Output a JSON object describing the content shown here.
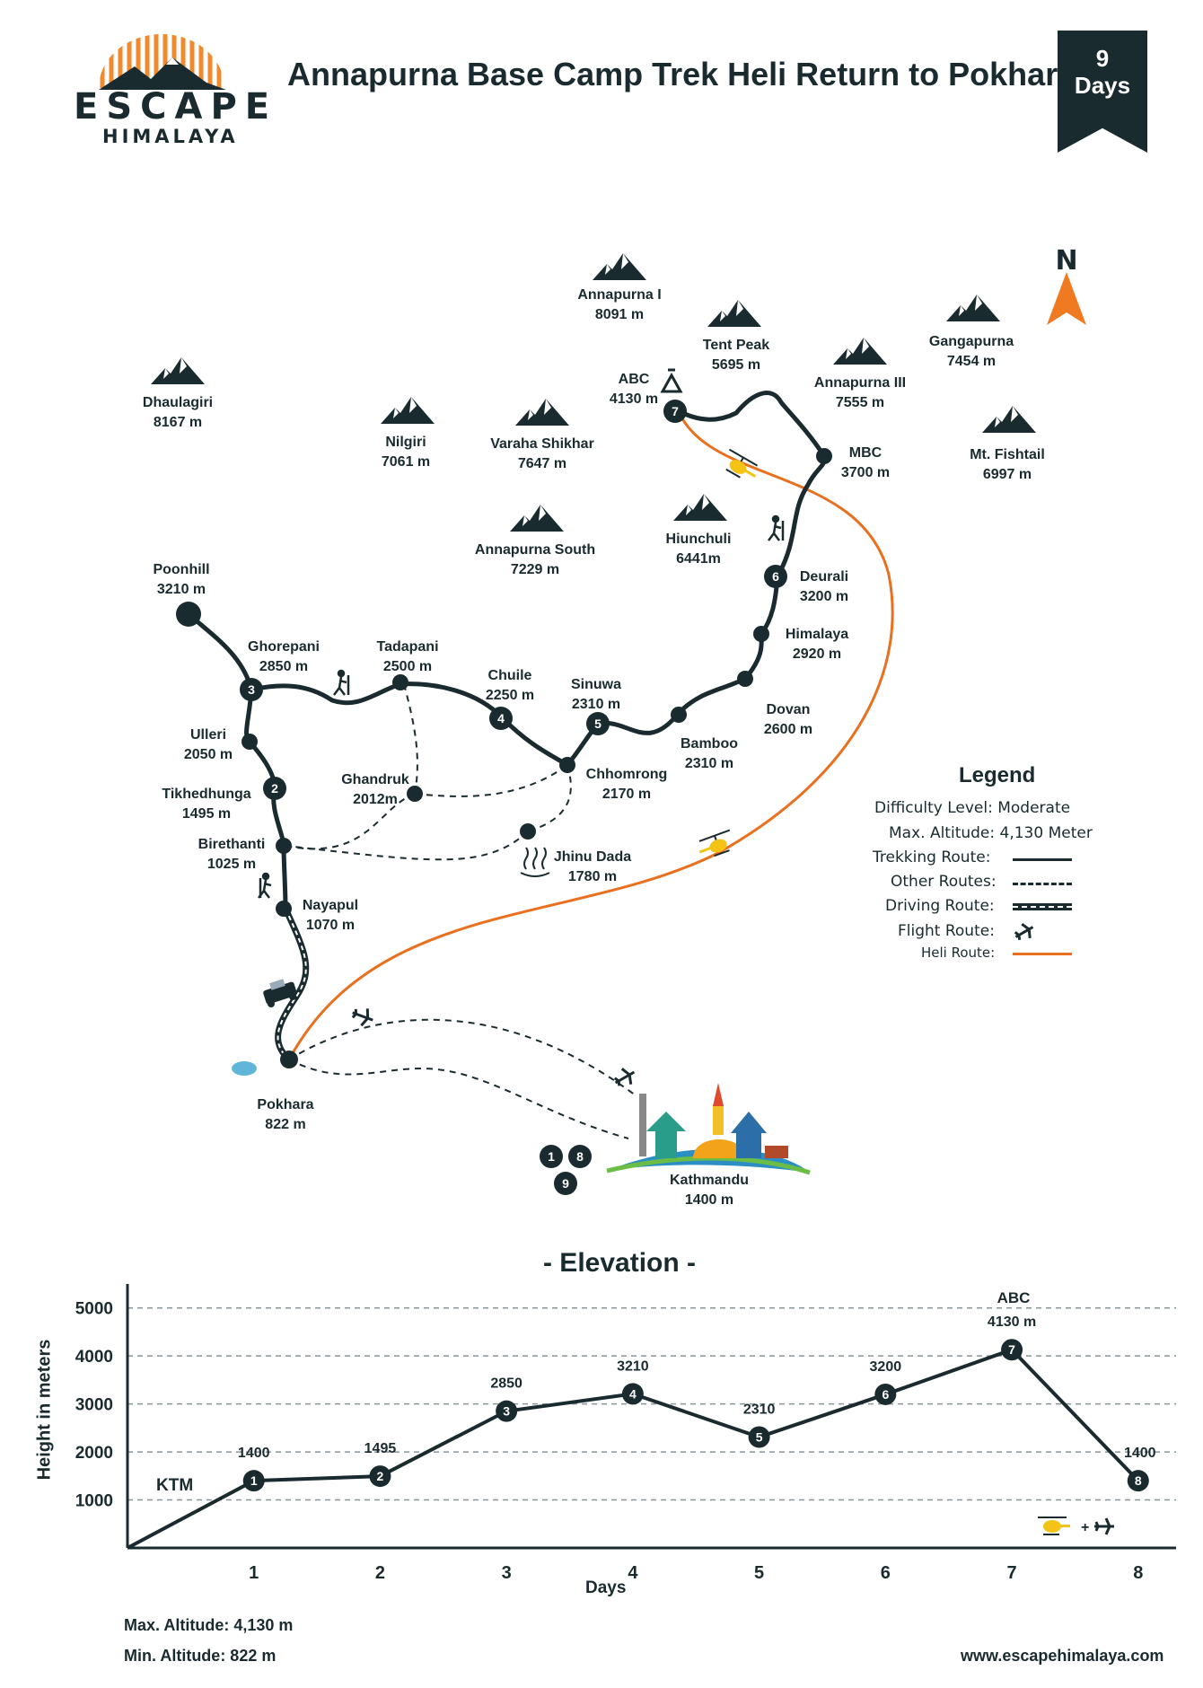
{
  "brand": {
    "name_line1": "ESCAPE",
    "name_line2": "HIMALAYA"
  },
  "header": {
    "title": "Annapurna Base Camp Trek Heli Return to Pokhara",
    "days_number": "9",
    "days_label": "Days"
  },
  "compass": {
    "label": "N"
  },
  "peaks": [
    {
      "name": "Annapurna I",
      "alt": "8091 m"
    },
    {
      "name": "Tent Peak",
      "alt": "5695 m"
    },
    {
      "name": "Gangapurna",
      "alt": "7454 m"
    },
    {
      "name": "Annapurna III",
      "alt": "7555 m"
    },
    {
      "name": "Dhaulagiri",
      "alt": "8167 m"
    },
    {
      "name": "Nilgiri",
      "alt": "7061 m"
    },
    {
      "name": "Varaha Shikhar",
      "alt": "7647 m"
    },
    {
      "name": "Mt. Fishtail",
      "alt": "6997 m"
    },
    {
      "name": "Hiunchuli",
      "alt": "6441m"
    },
    {
      "name": "Annapurna South",
      "alt": "7229 m"
    }
  ],
  "places": [
    {
      "name": "ABC",
      "alt": "4130 m"
    },
    {
      "name": "MBC",
      "alt": "3700 m"
    },
    {
      "name": "Deurali",
      "alt": "3200 m"
    },
    {
      "name": "Himalaya",
      "alt": "2920 m"
    },
    {
      "name": "Dovan",
      "alt": "2600 m"
    },
    {
      "name": "Bamboo",
      "alt": "2310 m"
    },
    {
      "name": "Sinuwa",
      "alt": "2310 m"
    },
    {
      "name": "Chhomrong",
      "alt": "2170 m"
    },
    {
      "name": "Chuile",
      "alt": "2250 m"
    },
    {
      "name": "Tadapani",
      "alt": "2500 m"
    },
    {
      "name": "Ghorepani",
      "alt": "2850 m"
    },
    {
      "name": "Poonhill",
      "alt": "3210 m"
    },
    {
      "name": "Ulleri",
      "alt": "2050 m"
    },
    {
      "name": "Tikhedhunga",
      "alt": "1495 m"
    },
    {
      "name": "Birethanti",
      "alt": "1025 m"
    },
    {
      "name": "Nayapul",
      "alt": "1070 m"
    },
    {
      "name": "Ghandruk",
      "alt": "2012m"
    },
    {
      "name": "Jhinu Dada",
      "alt": "1780 m"
    },
    {
      "name": "Pokhara",
      "alt": "822 m"
    },
    {
      "name": "Kathmandu",
      "alt": "1400 m"
    }
  ],
  "day_markers": {
    "abc": "7",
    "deurali": "6",
    "sinuwa": "5",
    "chuile": "4",
    "ghorepani": "3",
    "tikhedhunga": "2",
    "ktm": [
      "1",
      "8",
      "9"
    ]
  },
  "legend": {
    "title": "Legend",
    "difficulty": "Difficulty Level: Moderate",
    "max_alt": "Max. Altitude: 4,130 Meter",
    "trekking": "Trekking Route:",
    "other": "Other Routes:",
    "driving": "Driving Route:",
    "flight": "Flight Route:",
    "heli": "Heli Route:"
  },
  "colors": {
    "dark": "#1a2b2f",
    "heli": "#e8701f",
    "accent": "#f08a2c"
  },
  "elevation": {
    "title": "- Elevation -"
  },
  "chart_data": {
    "type": "line",
    "title": "- Elevation -",
    "xlabel": "Days",
    "ylabel": "Height in meters",
    "x": [
      1,
      2,
      3,
      4,
      5,
      6,
      7,
      8
    ],
    "xticks": [
      "1",
      "2",
      "3",
      "4",
      "5",
      "6",
      "7",
      "8"
    ],
    "yticks": [
      "5000",
      "4000",
      "3000",
      "2000",
      "1000"
    ],
    "values": [
      1400,
      1495,
      2850,
      3210,
      2310,
      3200,
      4130,
      1400
    ],
    "value_labels": [
      "1400",
      "1495",
      "2850",
      "3210",
      "2310",
      "3200",
      "4130 m",
      "1400"
    ],
    "marker_labels": [
      "1",
      "2",
      "3",
      "4",
      "5",
      "6",
      "7",
      "8"
    ],
    "annotations": {
      "start": "KTM",
      "peak": "ABC",
      "transport_sep": "+"
    },
    "ylim": [
      0,
      5500
    ],
    "xlim": [
      0,
      8.3
    ],
    "grid": true
  },
  "footer": {
    "max_alt": "Max. Altitude: 4,130 m",
    "min_alt": "Min. Altitude: 822 m",
    "website": "www.escapehimalaya.com"
  }
}
